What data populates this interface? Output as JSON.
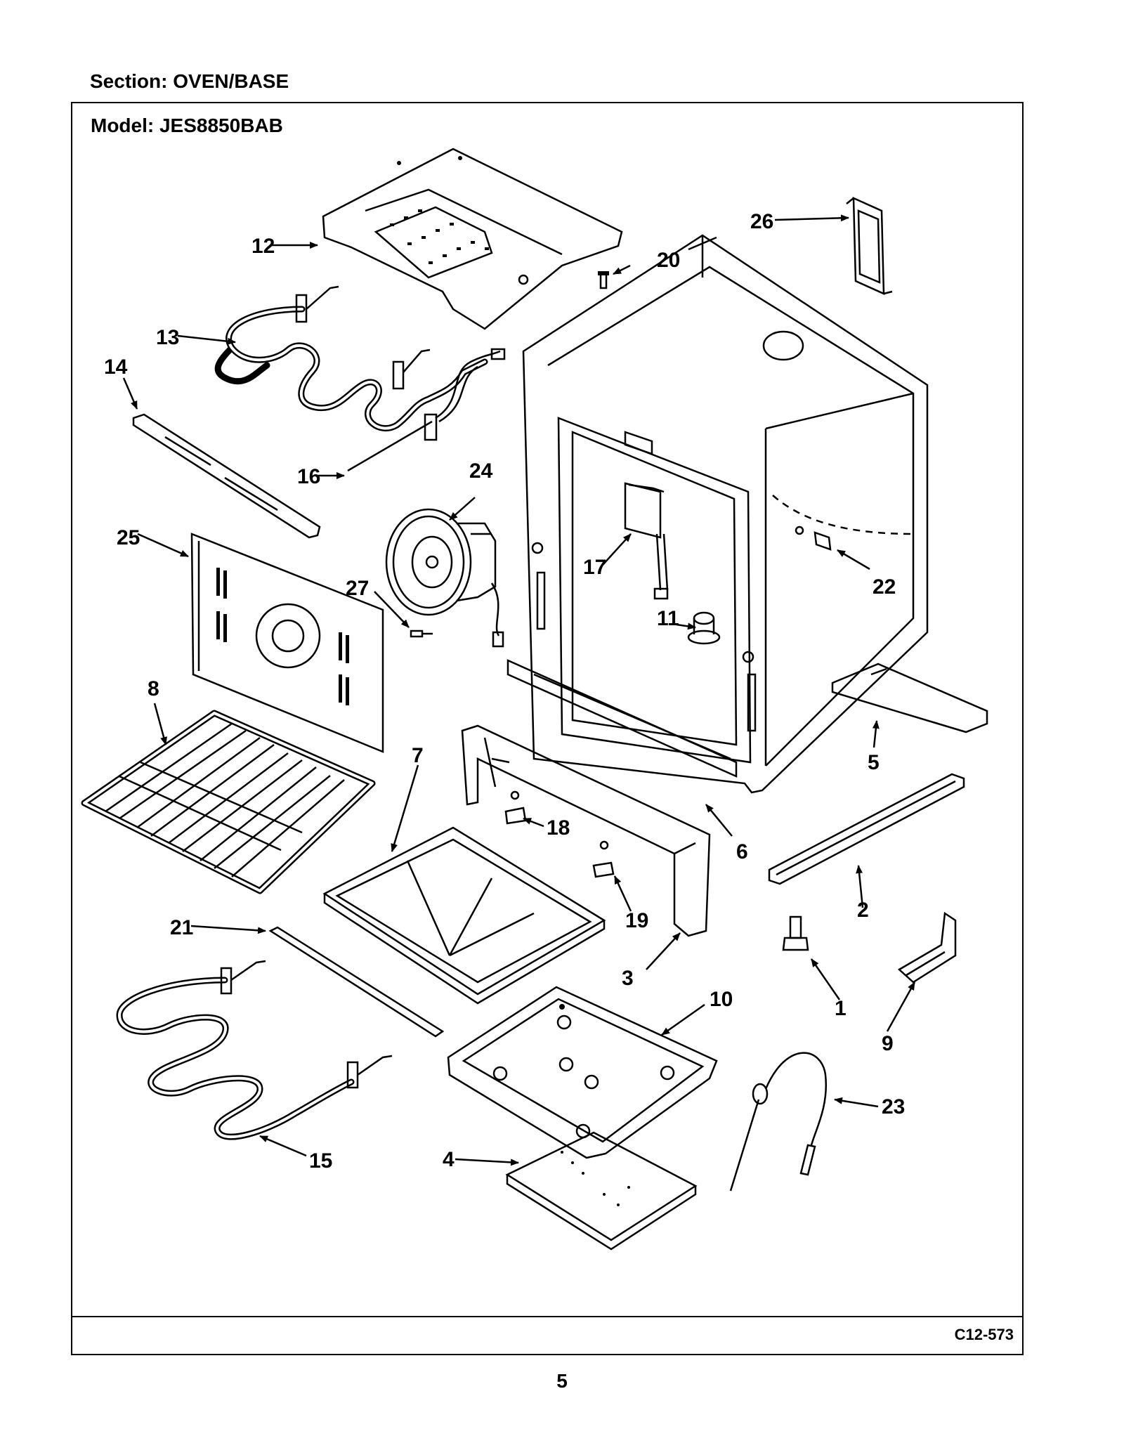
{
  "header": {
    "section": "Section:  OVEN/BASE"
  },
  "frame": {
    "model": "Model:  JES8850BAB",
    "code": "C12-573"
  },
  "page_number": "5",
  "callouts": {
    "c1": "1",
    "c2": "2",
    "c3": "3",
    "c4": "4",
    "c5": "5",
    "c6": "6",
    "c7": "7",
    "c8": "8",
    "c9": "9",
    "c10": "10",
    "c11": "11",
    "c12": "12",
    "c13": "13",
    "c14": "14",
    "c15": "15",
    "c16": "16",
    "c17": "17",
    "c18": "18",
    "c19": "19",
    "c20": "20",
    "c21": "21",
    "c22": "22",
    "c23": "23",
    "c24": "24",
    "c25": "25",
    "c26": "26",
    "c27": "27"
  }
}
